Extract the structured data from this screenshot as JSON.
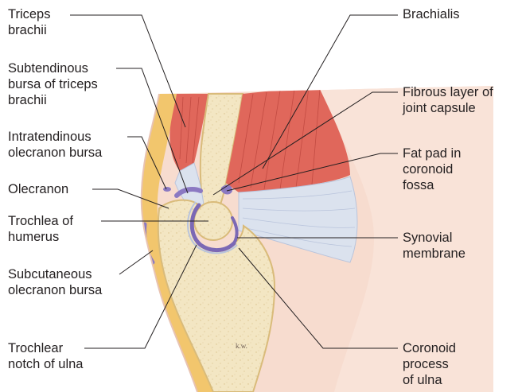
{
  "labels": {
    "triceps_brachii": "Triceps\nbrachii",
    "subtendinous_bursa": "Subtendinous\nbursa of triceps\nbrachii",
    "intratendinous_bursa": "Intratendinous\nolecranon bursa",
    "olecranon": "Olecranon",
    "trochlea_of_humerus": "Trochlea of\nhumerus",
    "subcutaneous_bursa": "Subcutaneous\nolecranon bursa",
    "trochlear_notch": "Trochlear\nnotch of ulna",
    "brachialis": "Brachialis",
    "fibrous_layer": "Fibrous layer of\njoint capsule",
    "fat_pad": "Fat pad in\ncoronoid\nfossa",
    "synovial_membrane": "Synovial\nmembrane",
    "coronoid_process": "Coronoid\nprocess\nof ulna"
  },
  "artist_signature": "k.w.",
  "colors": {
    "skin": "#f7dccf",
    "subcutaneous_fat": "#f2c66d",
    "bone_cortex": "#e8d19a",
    "bone_marrow": "#f3e6c3",
    "muscle": "#e0675b",
    "tendon": "#dbe2ee",
    "capsule": "#b9c4dc",
    "synovial": "#7b68b5",
    "bursa": "#8b79c2",
    "leader": "#231f20"
  }
}
